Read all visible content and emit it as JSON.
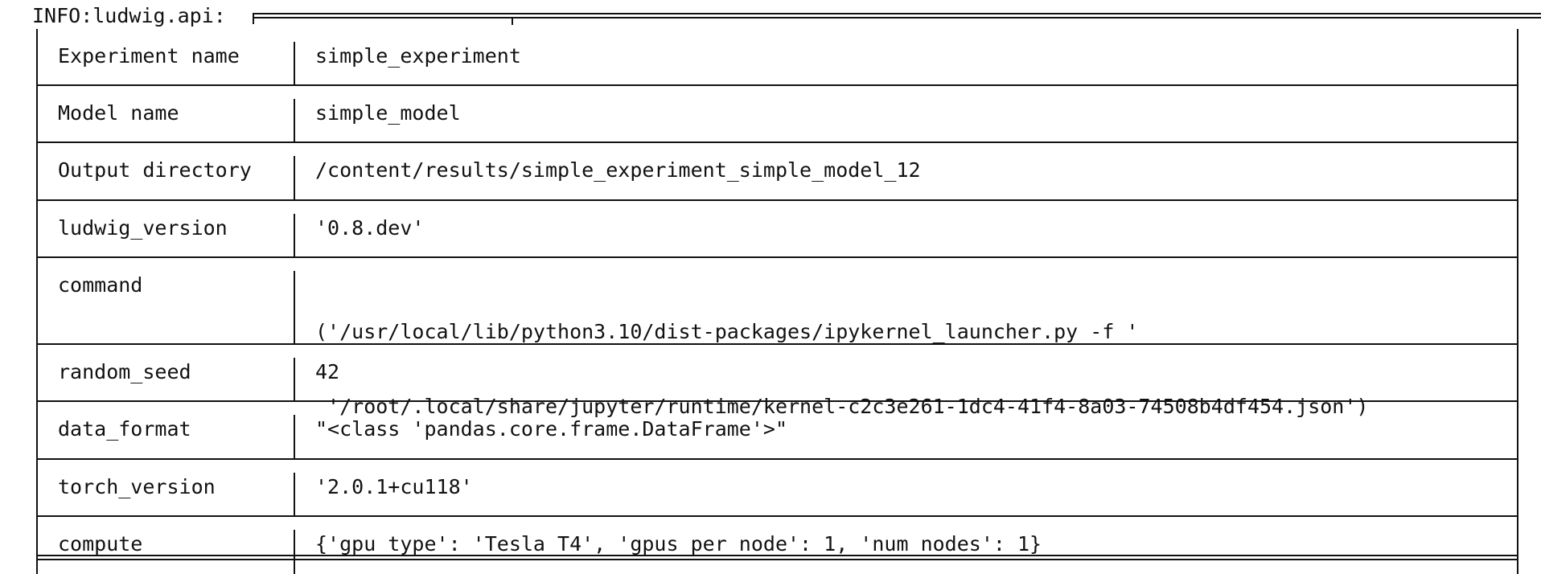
{
  "log": {
    "prefix": "INFO:ludwig.api:"
  },
  "table": {
    "rows": [
      {
        "key": "Experiment name",
        "value": [
          "simple_experiment"
        ]
      },
      {
        "key": "Model name",
        "value": [
          "simple_model"
        ]
      },
      {
        "key": "Output directory",
        "value": [
          "/content/results/simple_experiment_simple_model_12"
        ]
      },
      {
        "key": "ludwig_version",
        "value": [
          "'0.8.dev'"
        ]
      },
      {
        "key": "command",
        "value": [
          "('/usr/local/lib/python3.10/dist-packages/ipykernel_launcher.py -f '",
          " '/root/.local/share/jupyter/runtime/kernel-c2c3e261-1dc4-41f4-8a03-74508b4df454.json')"
        ]
      },
      {
        "key": "random_seed",
        "value": [
          "42"
        ]
      },
      {
        "key": "data_format",
        "value": [
          "\"<class 'pandas.core.frame.DataFrame'>\""
        ]
      },
      {
        "key": "torch_version",
        "value": [
          "'2.0.1+cu118'"
        ]
      },
      {
        "key": "compute",
        "value": [
          "{'gpu_type': 'Tesla T4', 'gpus_per_node': 1, 'num_nodes': 1}"
        ]
      }
    ]
  }
}
